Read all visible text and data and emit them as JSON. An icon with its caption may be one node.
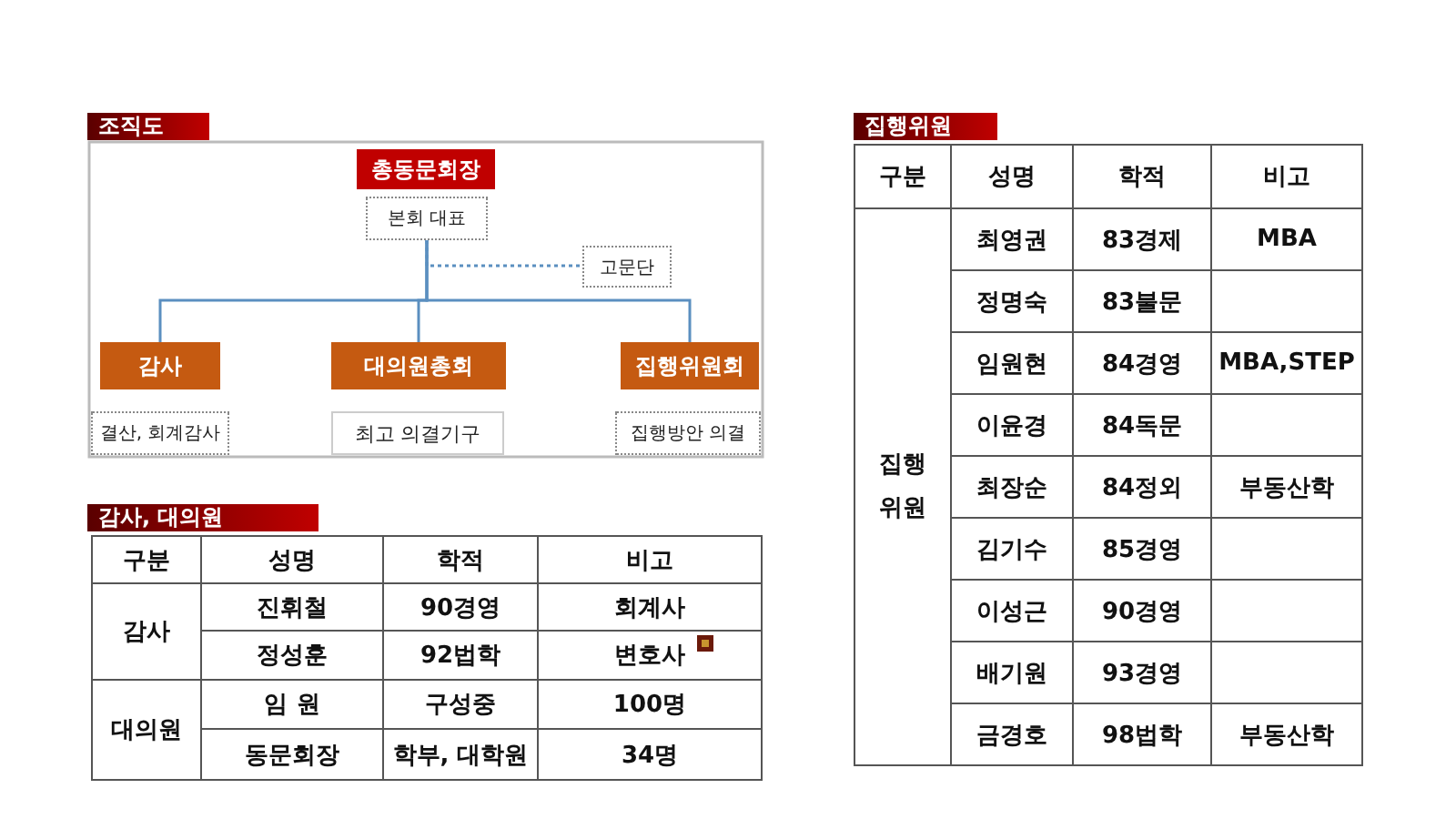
{
  "diagram": {
    "nodes": [
      {
        "text": [
          "조직도"
        ]
      },
      {
        "text": [
          "총동문회장"
        ]
      },
      {
        "text": [
          "본회 대표"
        ]
      },
      {
        "text": [
          "고문단"
        ]
      },
      {
        "text": [
          "감사"
        ]
      },
      {
        "text": [
          "대의원총회"
        ]
      },
      {
        "text": [
          "집행위원회"
        ]
      },
      {
        "text": [
          "결산, 회계감사"
        ]
      },
      {
        "text": [
          "최고 의결기구"
        ]
      },
      {
        "text": [
          "집행방안 의결"
        ]
      },
      {
        "text": [
          "감사, 대의원"
        ]
      },
      {
        "text": [
          "집행위원"
        ]
      }
    ],
    "edges": [
      {
        "from": 2,
        "to": 3,
        "arrow": "none",
        "style": "dashed"
      },
      {
        "from": 2,
        "to": 4,
        "arrow": "none"
      },
      {
        "from": 2,
        "to": 5,
        "arrow": "none"
      },
      {
        "from": 2,
        "to": 6,
        "arrow": "none"
      }
    ],
    "labels": [
      "구분",
      "성명",
      "학적",
      "비고",
      "감사",
      "진휘철",
      "90경영",
      "회계사",
      "정성훈",
      "92법학",
      "변호사",
      "대의원",
      "임 원",
      "구성중",
      "100명",
      "동문회장",
      "학부, 대학원",
      "34명",
      "구분",
      "성명",
      "학적",
      "비고",
      "집행 위원",
      "최영권",
      "83경제",
      "MBA",
      "정명숙",
      "83불문",
      "임원현",
      "84경영",
      "MBA,STEP",
      "이윤경",
      "84독문",
      "최장순",
      "84정외",
      "부동산학",
      "김기수",
      "85경영",
      "이성근",
      "90경영",
      "배기원",
      "93경영",
      "금경호",
      "98법학",
      "부동산학"
    ]
  }
}
